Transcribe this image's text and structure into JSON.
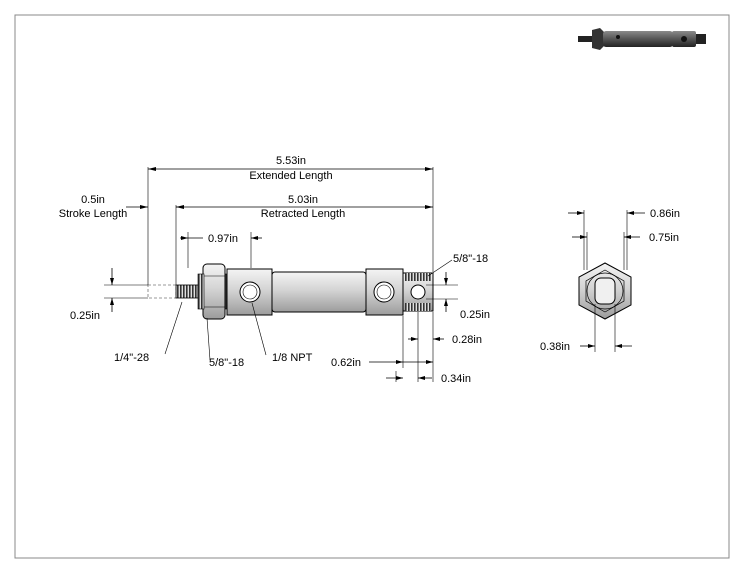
{
  "drawing": {
    "labels": {
      "extended_value": "5.53in",
      "extended_caption": "Extended Length",
      "stroke_value": "0.5in",
      "stroke_caption": "Stroke Length",
      "retracted_value": "5.03in",
      "retracted_caption": "Retracted Length",
      "nut_width": "0.97in",
      "rod_end_thread": "5/8\"-18",
      "rod_dia": "0.25in",
      "rod_thread": "1/4\"-28",
      "mount_thread": "5/8\"-18",
      "port": "1/8 NPT",
      "clevis_hole": "0.25in",
      "dim_028": "0.28in",
      "dim_062": "0.62in",
      "dim_034": "0.34in",
      "hex_outer": "0.86in",
      "hex_inner": "0.75in",
      "hex_slot": "0.38in"
    }
  },
  "colors": {
    "body_fill": "#d9d9d9",
    "thread_fill": "#4a4a4a",
    "thumb_dark": "#3a3a3a"
  }
}
